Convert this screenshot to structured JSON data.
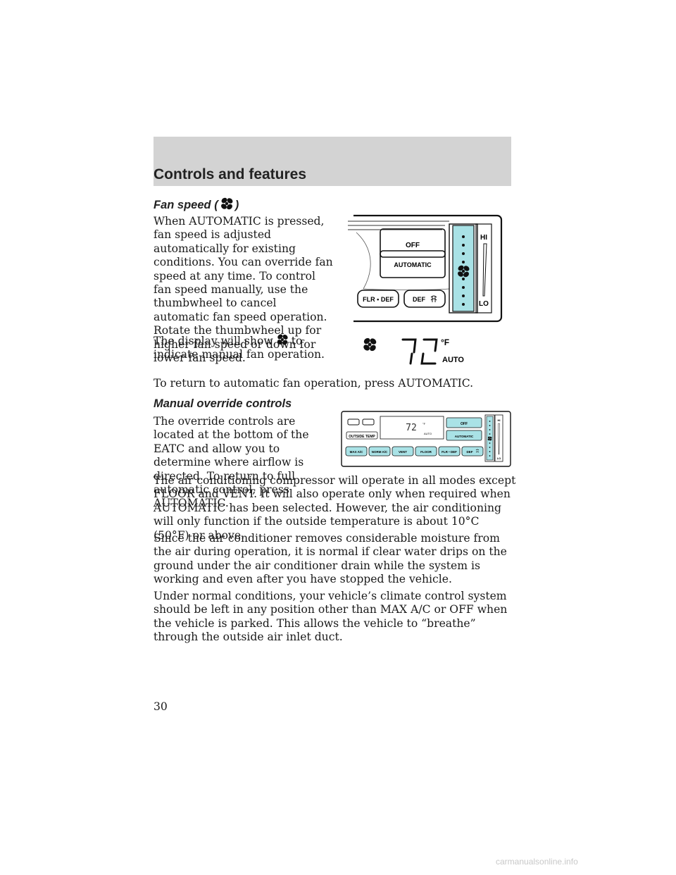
{
  "header": {
    "title": "Controls and features"
  },
  "fan_section": {
    "heading_prefix": "Fan speed (",
    "heading_suffix": ")",
    "p1": "When AUTOMATIC is pressed, fan speed is adjusted automatically for existing conditions. You can override fan speed at any time. To control fan speed manually, use the thumbwheel to cancel automatic fan speed operation. Rotate the thumbwheel up for higher fan speed or down for lower fan speed.",
    "p2_before": "The display will show",
    "p2_after": "to indicate manual fan operation.",
    "p3": "To return to automatic fan operation, press AUTOMATIC."
  },
  "figure1": {
    "off_label": "OFF",
    "automatic_label": "AUTOMATIC",
    "flr_def_label": "FLR • DEF",
    "def_label": "DEF",
    "hi_label": "HI",
    "lo_label": "LO"
  },
  "figure2": {
    "temp_value": "72",
    "unit": "°F",
    "mode": "AUTO"
  },
  "override_section": {
    "heading": "Manual override controls",
    "p1": "The override controls are located at the bottom of the EATC and allow you to determine where airflow is directed. To return to full automatic control, press AUTOMATIC.",
    "p2": "The air conditioning compressor will operate in all modes except FLOOR and VENT. It will also operate only when required when AUTOMATIC has been selected. However, the air conditioning will only function if the outside temperature is about 10°C (50°F) or above.",
    "p3": "Since the air conditioner removes considerable moisture from the air during operation, it is normal if clear water drips on the ground under the air conditioner drain while the system is working and even after you have stopped the vehicle.",
    "p4": "Under normal conditions, your vehicle’s climate control system should be left in any position other than MAX A/C or OFF when the vehicle is parked. This allows the vehicle to “breathe” through the outside air inlet duct."
  },
  "figure3": {
    "outside_temp_label": "OUTSIDE TEMP",
    "display_temp": "72",
    "display_unit": "°F",
    "display_mode": "AUTO",
    "off_label": "OFF",
    "automatic_label": "AUTOMATIC",
    "buttons": [
      "MAX A/C",
      "NORM A/C",
      "VENT",
      "FLOOR",
      "FLR • DEF",
      "DEF"
    ],
    "hi_label": "HI",
    "lo_label": "LO"
  },
  "page": {
    "number": "30"
  },
  "footer": {
    "watermark": "carmanualsonline.info"
  }
}
